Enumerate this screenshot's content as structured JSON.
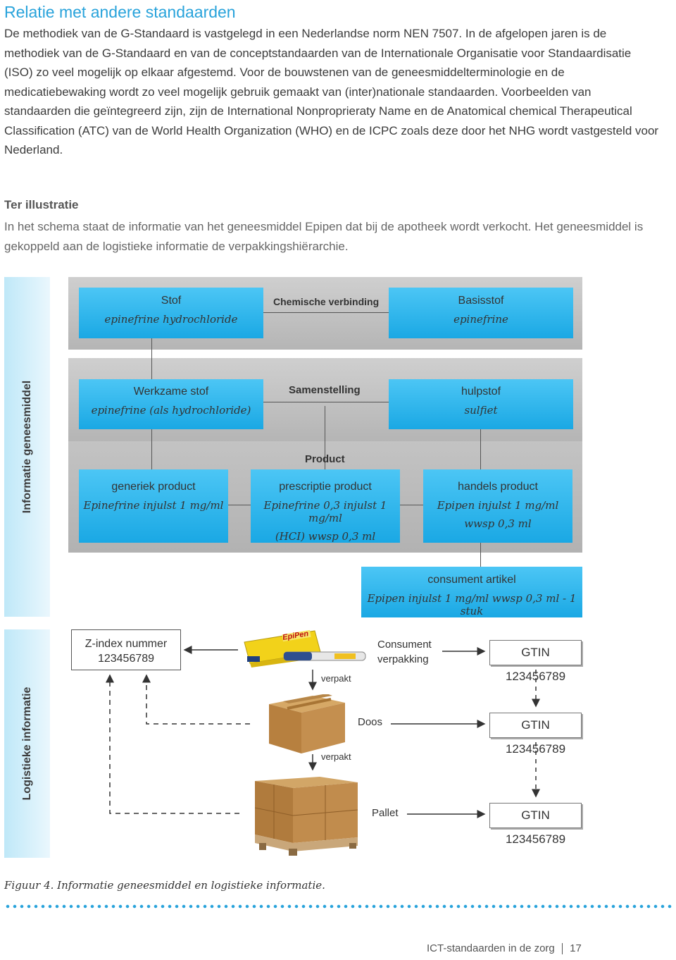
{
  "heading": "Relatie met andere standaarden",
  "paragraph": "De methodiek van de G-Standaard is vastgelegd in een Nederlandse norm NEN 7507. In de afgelopen jaren is de methodiek van de G-Standaard en van de conceptstandaarden van de Internationale Organisatie voor Standaardisatie (ISO) zo veel mogelijk op elkaar afgestemd. Voor de bouwstenen van de geneesmiddelterminologie en de medicatiebewaking wordt zo veel mogelijk gebruik gemaakt van (inter)nationale standaarden. Voorbeelden van standaarden die geïntegreerd zijn, zijn de International Nonproprieraty Name en de Anatomical chemical Therapeutical Classification (ATC) van de World Health Organization (WHO) en de ICPC zoals deze door het NHG wordt vastgesteld voor Nederland.",
  "illustration": {
    "title": "Ter illustratie",
    "text": "In het schema staat de informatie van het geneesmiddel Epipen dat bij de apotheek wordt verkocht. Het geneesmiddel is gekoppeld aan de logistieke informatie de verpakkingshiërarchie."
  },
  "diagram": {
    "side_top": "Informatie geneesmiddel",
    "side_bottom": "Logistieke informatie",
    "stof": {
      "title": "Stof",
      "value": "epinefrine hydrochloride"
    },
    "chem_label": "Chemische verbinding",
    "basisstof": {
      "title": "Basisstof",
      "value": "epinefrine"
    },
    "werkzame": {
      "title": "Werkzame stof",
      "value": "epinefrine (als hydrochloride)"
    },
    "samenstelling_label": "Samenstelling",
    "hulpstof": {
      "title": "hulpstof",
      "value": "sulfiet"
    },
    "product_label": "Product",
    "generiek": {
      "title": "generiek product",
      "value": "Epinefrine injulst 1 mg/ml"
    },
    "prescriptie": {
      "title": "prescriptie product",
      "value": "Epinefrine 0,3 injulst 1 mg/ml",
      "value2": "(HCI)  wwsp 0,3 ml"
    },
    "handels": {
      "title": "handels product",
      "value": "Epipen injulst 1 mg/ml",
      "value2": "wwsp 0,3 ml"
    },
    "consument_artikel": {
      "title": "consument artikel",
      "value": "Epipen injulst 1 mg/ml wwsp 0,3 ml - 1 stuk"
    },
    "zindex": {
      "line1": "Z-index nummer",
      "line2": "123456789"
    },
    "epipen_label": "EpiPen",
    "verpakt1": "verpakt",
    "verpakt2": "verpakt",
    "consument_verpakking": {
      "line1": "Consument",
      "line2": "verpakking"
    },
    "doos": "Doos",
    "pallet": "Pallet",
    "gtin1": "GTIN 123456789",
    "gtin2": "GTIN 123456789",
    "gtin3": "GTIN 123456789"
  },
  "caption": "Figuur 4. Informatie geneesmiddel en logistieke informatie.",
  "footer": {
    "title": "ICT-standaarden in de zorg",
    "page": "17"
  }
}
